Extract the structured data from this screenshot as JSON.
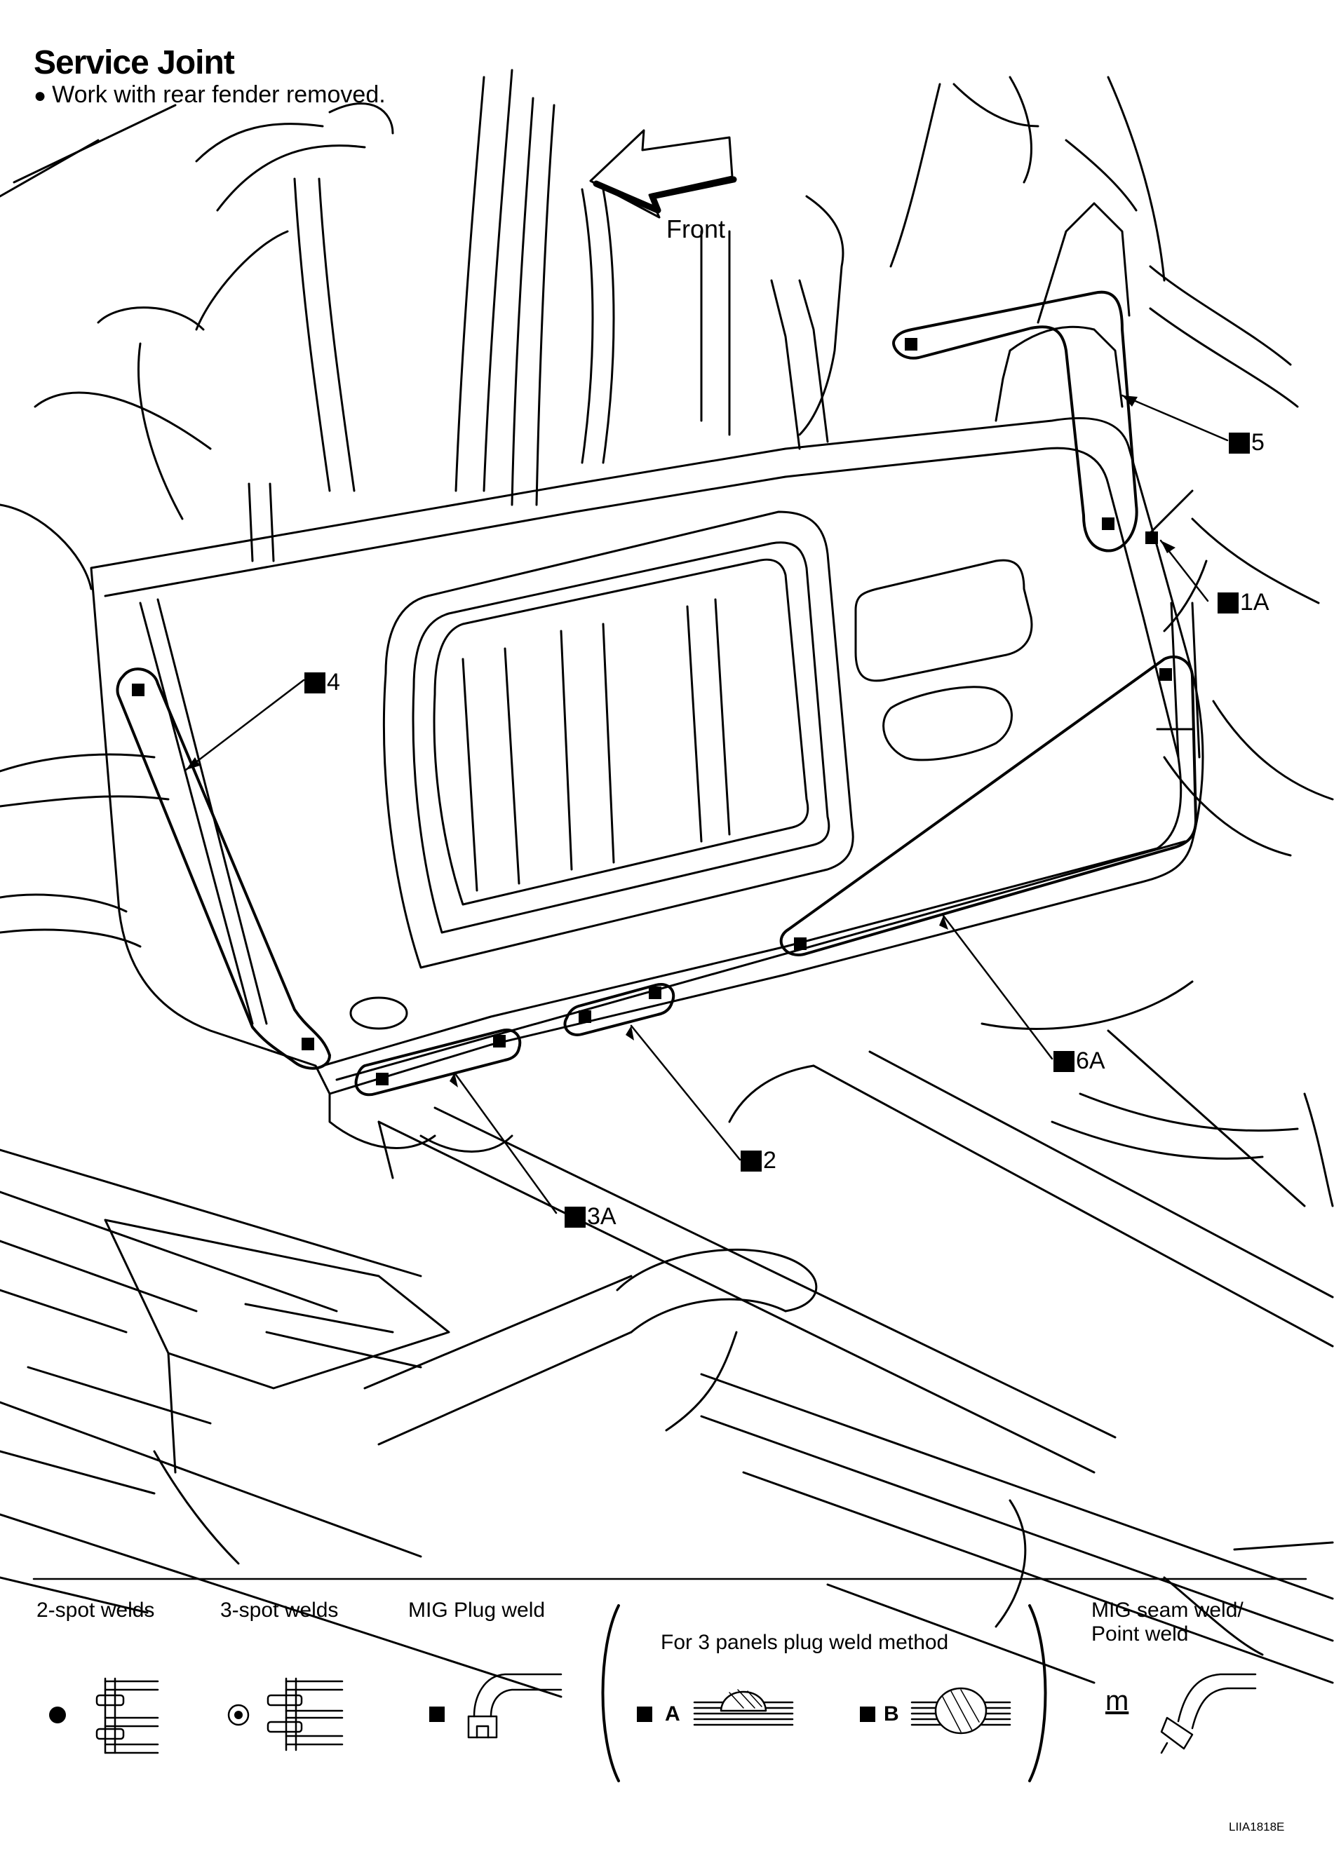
{
  "header": {
    "title": "Service Joint",
    "note": "Work with rear fender removed."
  },
  "diagram": {
    "front_label": "Front",
    "callouts": {
      "c5": "5",
      "c1A": "1A",
      "c4": "4",
      "c6A": "6A",
      "c2": "2",
      "c3A": "3A"
    }
  },
  "legend": {
    "two_spot": "2-spot welds",
    "three_spot": "3-spot welds",
    "mig_plug": "MIG Plug weld",
    "three_panels": "For 3 panels plug weld method",
    "method_a": "A",
    "method_b": "B",
    "mig_seam_1": "MIG seam weld/",
    "mig_seam_2": "Point weld",
    "seam_symbol": "m"
  },
  "reference_code": "LIIA1818E"
}
